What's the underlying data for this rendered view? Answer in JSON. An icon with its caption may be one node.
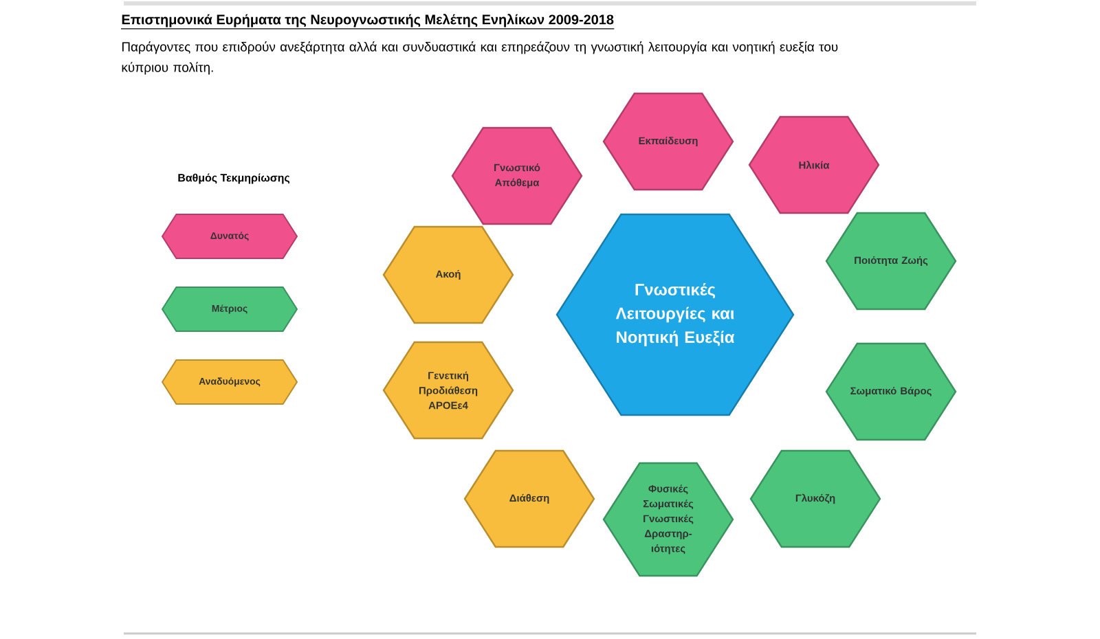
{
  "diagram": {
    "title": "Επιστημονικά Ευρήματα της Νευρογνωστικής Μελέτης Ενηλίκων 2009-2018",
    "nodes": [
      {
        "text": [
          "Γνωστικό Απόθεμα"
        ]
      },
      {
        "text": [
          "Εκπαίδευση"
        ]
      },
      {
        "text": [
          "Ηλικία"
        ]
      },
      {
        "text": [
          "Ακοή"
        ]
      },
      {
        "text": [
          "Γνωστικές Λειτουργίες και Νοητική Ευεξία"
        ]
      },
      {
        "text": [
          "Ποιότητα Ζωής"
        ]
      },
      {
        "text": [
          "Γενετική Προδιάθεση APOEε4"
        ]
      },
      {
        "text": [
          "Σωματικό Βάρος"
        ]
      },
      {
        "text": [
          "Διάθεση"
        ]
      },
      {
        "text": [
          "Φυσικές Σωματικές Γνωστικές Δραστηρ- ιότητες"
        ]
      },
      {
        "text": [
          "Γλυκόζη"
        ]
      }
    ],
    "labels": [
      "Παράγοντες που επιδρούν ανεξάρτητα αλλά και συνδυαστικά και επηρεάζουν τη γνωστική λειτουργία και νοητική ευεξία του κύπριου πολίτη.",
      "Βαθμός Τεκμηρίωσης"
    ],
    "legend": [
      {
        "text": "Δυνατός",
        "color": "#f0508c"
      },
      {
        "text": "Μέτριος",
        "color": "#4cc47c"
      },
      {
        "text": "Αναδυόμενος",
        "color": "#f8bd3c"
      }
    ]
  }
}
